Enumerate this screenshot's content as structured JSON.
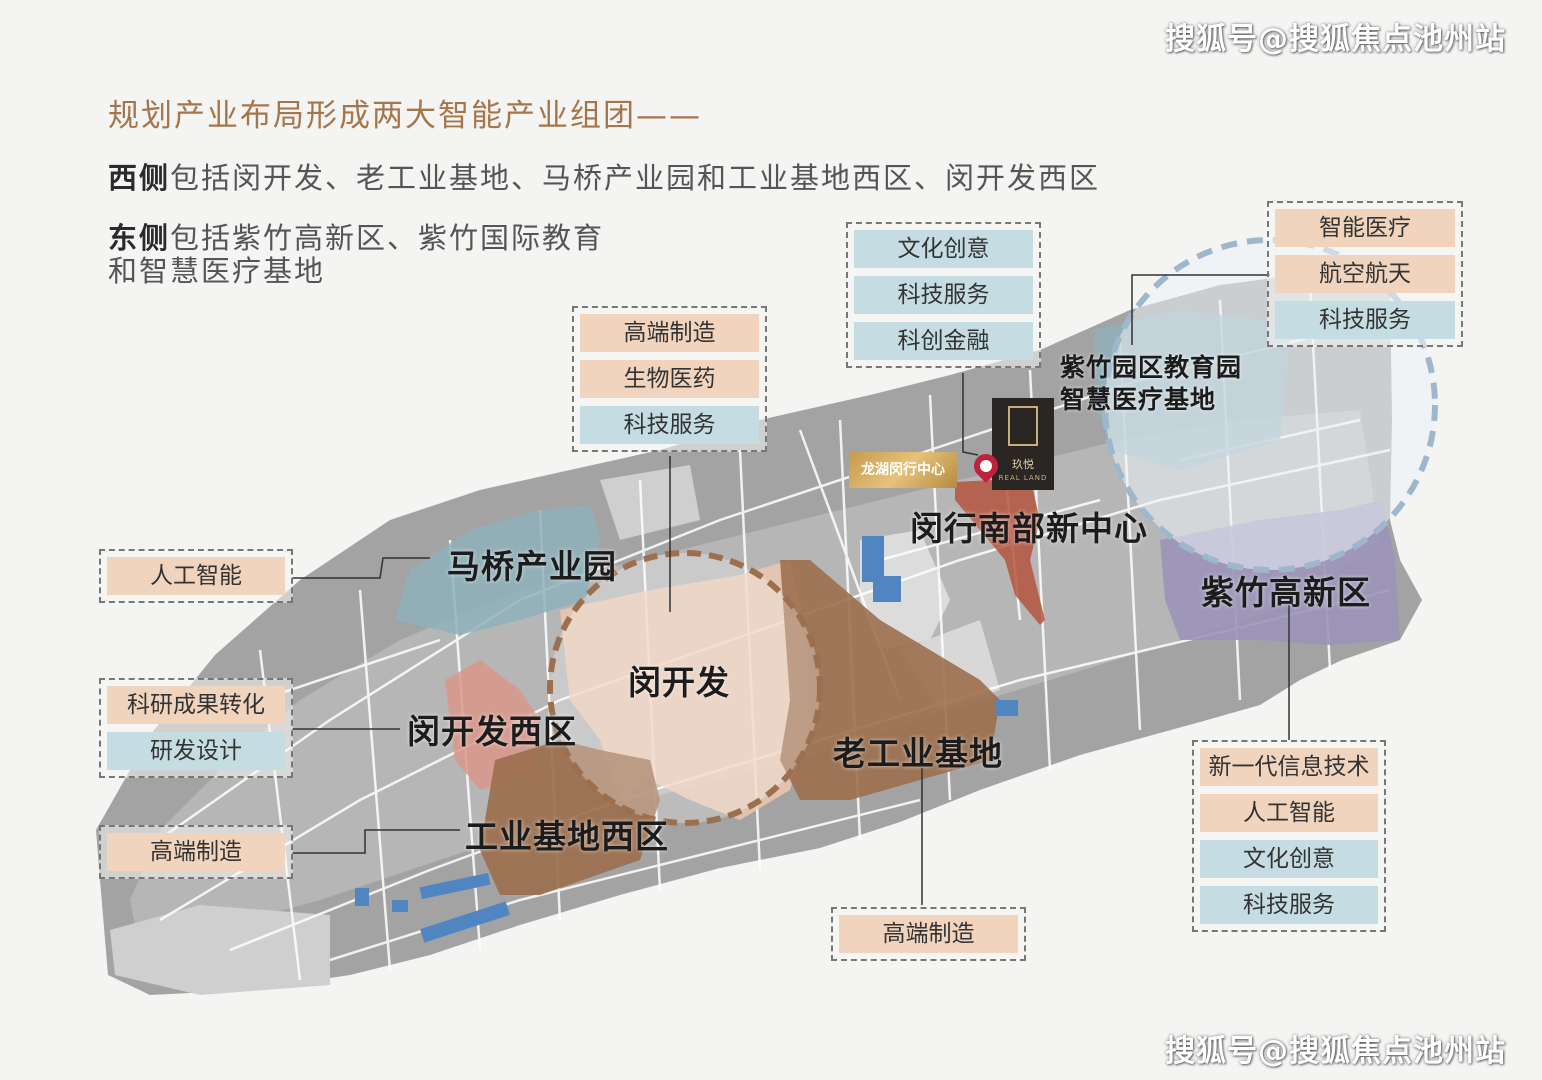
{
  "watermark": "搜狐号@搜狐焦点池州站",
  "heading": "规划产业布局形成两大智能产业组团——",
  "west": {
    "label": "西侧",
    "text": "包括闵开发、老工业基地、马桥产业园和工业基地西区、闵开发西区"
  },
  "east": {
    "label": "东侧",
    "text": "包括紫竹高新区、紫竹国际教育",
    "text2": "和智慧医疗基地"
  },
  "areas": {
    "maqiao": "马桥产业园",
    "minkaifa": "闵开发",
    "minkaifa_west": "闵开发西区",
    "industrial_west": "工业基地西区",
    "old_industrial": "老工业基地",
    "south_center": "闵行南部新中心",
    "zizhu_hitech": "紫竹高新区",
    "zizhu_edu_line1": "紫竹园区教育园",
    "zizhu_edu_line2": "智慧医疗基地"
  },
  "boxes": {
    "maqiao": [
      "人工智能"
    ],
    "minkaifa": [
      "高端制造",
      "生物医药",
      "科技服务"
    ],
    "minkaifa_west": [
      "科研成果转化",
      "研发设计"
    ],
    "industrial_west": [
      "高端制造"
    ],
    "old_industrial": [
      "高端制造"
    ],
    "south_center": [
      "文化创意",
      "科技服务",
      "科创金融"
    ],
    "zizhu_edu": [
      "智能医疗",
      "航空航天",
      "科技服务"
    ],
    "zizhu_hitech": [
      "新一代信息技术",
      "人工智能",
      "文化创意",
      "科技服务"
    ]
  },
  "logos": {
    "longhu": "龙湖闵行中心",
    "jiuyue": "玖悦",
    "jiuyue_en": "REAL LAND"
  },
  "colors": {
    "heading": "#a6764b",
    "peach_tag": "#f1d4bd",
    "blue_tag": "#c5dde2",
    "zone_brown": "#9c6f4e",
    "zone_teal": "#8fb2bc",
    "zone_purple": "#9b94b8",
    "zone_red": "#b5553f",
    "pin": "#c0213d"
  }
}
